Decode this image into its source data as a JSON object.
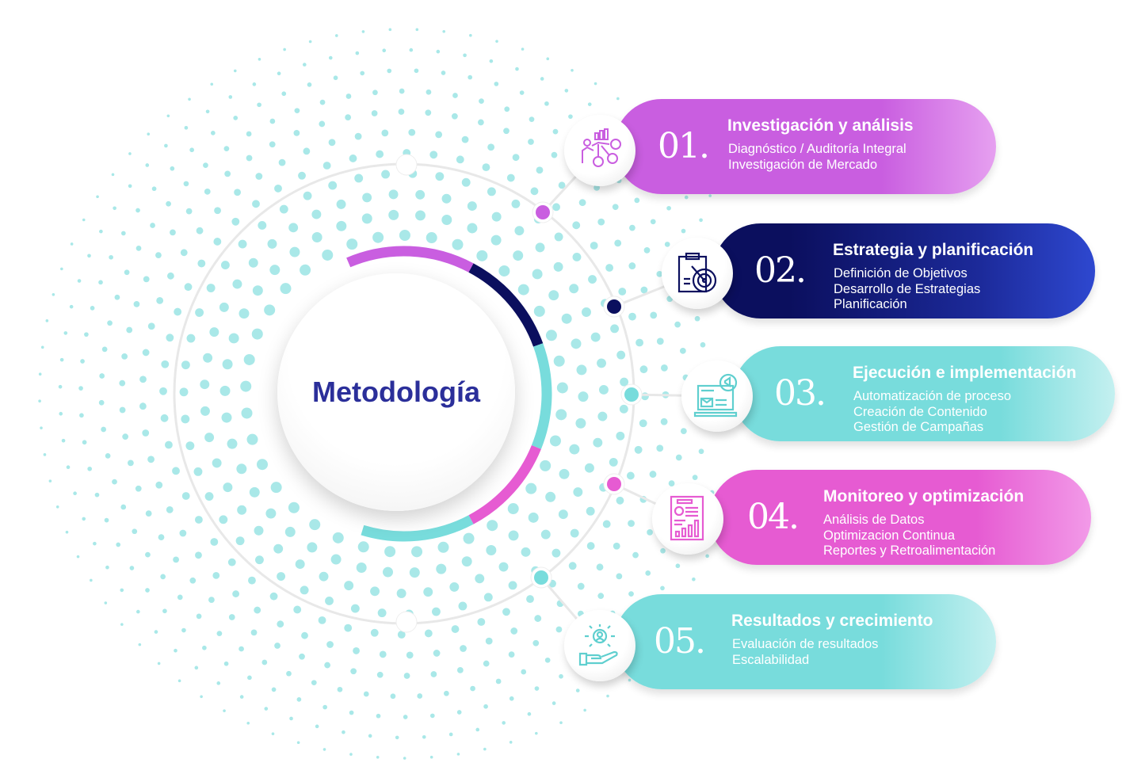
{
  "center": {
    "title": "Metodología"
  },
  "colors": {
    "purple": "#c95ee0",
    "navy": "#0b0f5e",
    "teal": "#78dcdc",
    "magenta": "#e65bd2"
  },
  "steps": [
    {
      "number": "01.",
      "title": "Investigación y análisis",
      "items": [
        "Diagnóstico / Auditoría Integral",
        "Investigación de Mercado"
      ],
      "icon": "analysis-people-icon"
    },
    {
      "number": "02.",
      "title": "Estrategia y planificación",
      "items": [
        "Definición de Objetivos",
        "Desarrollo de Estrategias",
        "Planificación"
      ],
      "icon": "clipboard-target-icon"
    },
    {
      "number": "03.",
      "title": "Ejecución e implementación",
      "items": [
        "Automatización de proceso",
        "Creación de Contenido",
        "Gestión de Campañas"
      ],
      "icon": "laptop-megaphone-icon"
    },
    {
      "number": "04.",
      "title": "Monitoreo y optimización",
      "items": [
        "Análisis de Datos",
        "Optimizacion Continua",
        "Reportes y Retroalimentación"
      ],
      "icon": "report-chart-icon"
    },
    {
      "number": "05.",
      "title": "Resultados y crecimiento",
      "items": [
        "Evaluación de resultados",
        "Escalabilidad"
      ],
      "icon": "hand-growth-icon"
    }
  ]
}
